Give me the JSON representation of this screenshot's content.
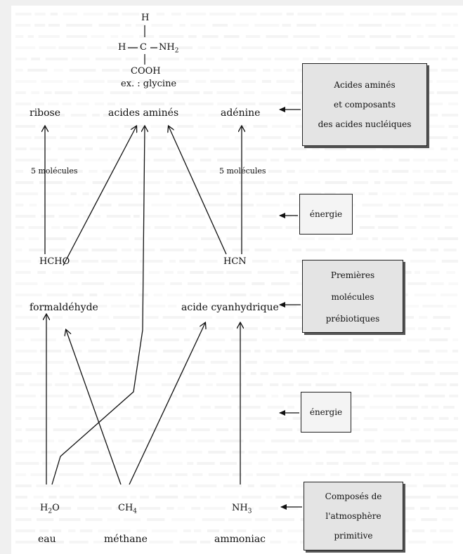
{
  "glycine": {
    "top_h": "H",
    "row_left": "H",
    "row_c": "C",
    "row_nh": "NH",
    "row_nh_sub": "2",
    "cooh": "COOH",
    "caption": "ex. : glycine"
  },
  "products": {
    "ribose": "ribose",
    "acides_amines": "acides aminés",
    "adenine": "adénine",
    "cinq_molecules_left": "5 molécules",
    "cinq_molecules_right": "5 molécules"
  },
  "intermediates": {
    "hcho": "HCHO",
    "hcn": "HCN",
    "formaldehyde": "formaldéhyde",
    "acide_cyanhydrique": "acide cyanhydrique"
  },
  "reactants": {
    "h2o_h": "H",
    "h2o_sub": "2",
    "h2o_o": "O",
    "ch4_ch": "CH",
    "ch4_sub": "4",
    "nh3_nh": "NH",
    "nh3_sub": "3",
    "eau": "eau",
    "methane": "méthane",
    "ammoniac": "ammoniac"
  },
  "boxes": {
    "acides_composants": [
      "Acides aminés",
      "et composants",
      "des acides nucléiques"
    ],
    "energie_top": "énergie",
    "premieres_molecules": [
      "Premières",
      "molécules",
      "prébiotiques"
    ],
    "energie_bottom": "énergie",
    "composes_atmosphere": [
      "Composés de",
      "l'atmosphère",
      "primitive"
    ]
  },
  "colors": {
    "page": "#ffffff",
    "ink": "#111111",
    "box_fill": "#e4e4e4",
    "box_shadow": "#555555"
  }
}
